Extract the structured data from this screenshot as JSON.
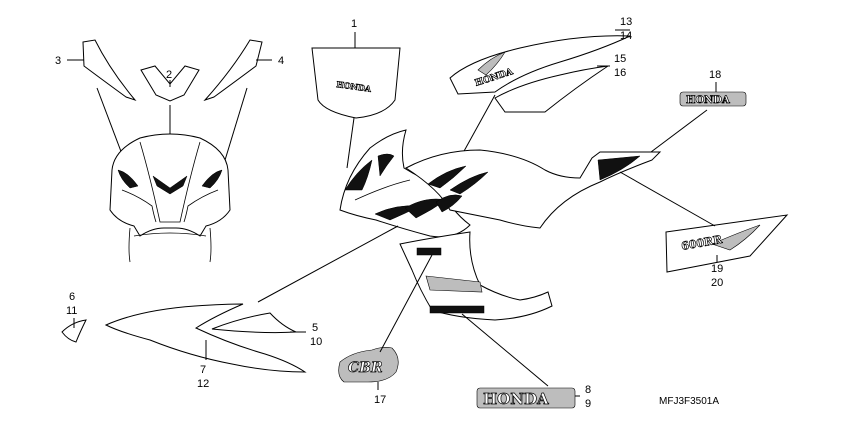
{
  "diagram": {
    "code": "MFJ3F3501A",
    "labels": {
      "l1": "1",
      "l2": "2",
      "l3": "3",
      "l4": "4",
      "l5": "5",
      "l10": "10",
      "l6": "6",
      "l11": "11",
      "l7": "7",
      "l12": "12",
      "l8": "8",
      "l9": "9",
      "l13": "13",
      "l14": "14",
      "l15": "15",
      "l16": "16",
      "l17": "17",
      "l18": "18",
      "l19": "19",
      "l20": "20"
    },
    "decal_text": {
      "honda_1": "HONDA",
      "honda_13": "HONDA",
      "honda_18": "HONDA",
      "honda_8": "HONDA",
      "model_19": "600RR",
      "model_17": "CBR"
    }
  }
}
